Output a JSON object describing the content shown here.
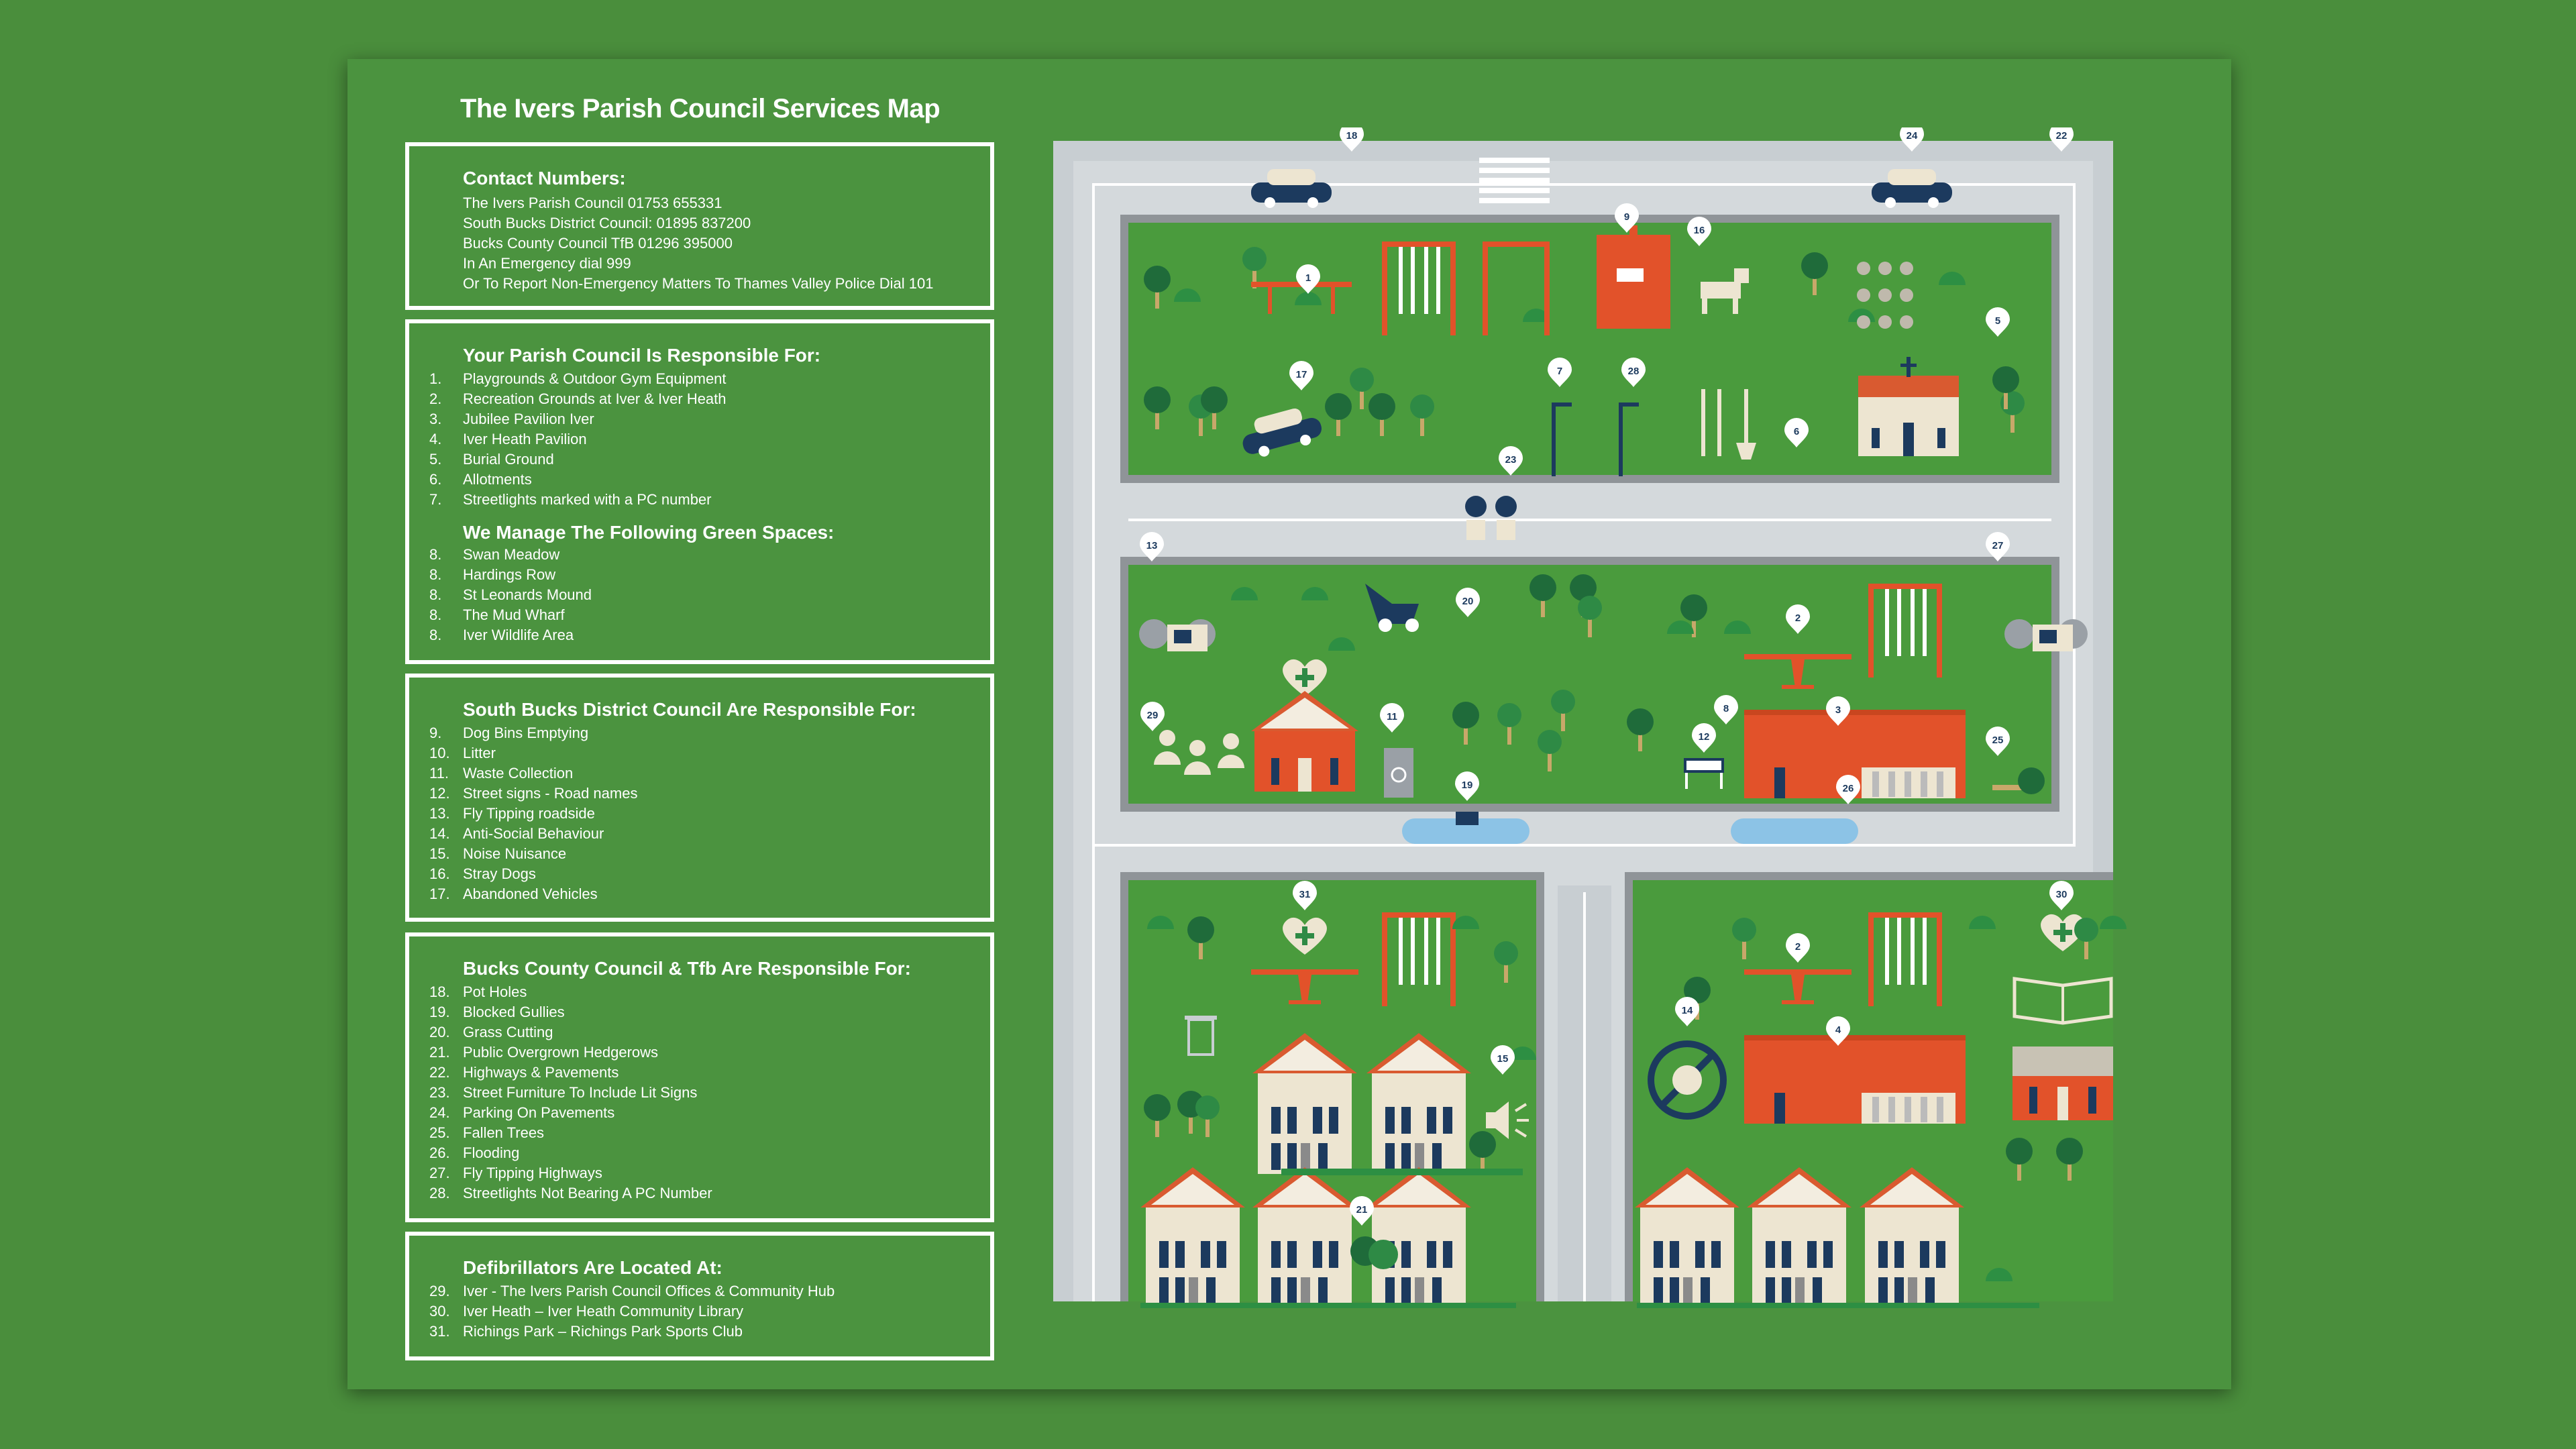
{
  "title": "The Ivers Parish Council Services Map",
  "contact": {
    "heading": "Contact Numbers:",
    "lines": [
      "The Ivers Parish Council 01753 655331",
      "South Bucks District Council: 01895 837200",
      "Bucks County Council TfB 01296 395000",
      "In An Emergency dial 999",
      "Or To Report Non-Emergency Matters To Thames Valley Police Dial 101"
    ]
  },
  "parish": {
    "heading": "Your Parish Council Is Responsible For:",
    "items": [
      {
        "n": "1.",
        "t": "Playgrounds & Outdoor Gym Equipment"
      },
      {
        "n": "2.",
        "t": "Recreation Grounds at Iver & Iver Heath"
      },
      {
        "n": "3.",
        "t": "Jubilee Pavilion Iver"
      },
      {
        "n": "4.",
        "t": "Iver Heath Pavilion"
      },
      {
        "n": "5.",
        "t": "Burial Ground"
      },
      {
        "n": "6.",
        "t": "Allotments"
      },
      {
        "n": "7.",
        "t": "Streetlights marked with a PC number"
      }
    ],
    "heading2": "We Manage The Following Green Spaces:",
    "items2": [
      {
        "n": "8.",
        "t": "Swan Meadow"
      },
      {
        "n": "8.",
        "t": "Hardings Row"
      },
      {
        "n": "8.",
        "t": "St Leonards Mound"
      },
      {
        "n": "8.",
        "t": "The Mud Wharf"
      },
      {
        "n": "8.",
        "t": "Iver Wildlife Area"
      }
    ]
  },
  "district": {
    "heading": "South Bucks District Council Are Responsible For:",
    "items": [
      {
        "n": "9.",
        "t": "Dog Bins Emptying"
      },
      {
        "n": "10.",
        "t": "Litter"
      },
      {
        "n": "11.",
        "t": "Waste Collection"
      },
      {
        "n": "12.",
        "t": "Street signs - Road names"
      },
      {
        "n": "13.",
        "t": "Fly Tipping roadside"
      },
      {
        "n": "14.",
        "t": "Anti-Social Behaviour"
      },
      {
        "n": "15.",
        "t": "Noise Nuisance"
      },
      {
        "n": "16.",
        "t": "Stray Dogs"
      },
      {
        "n": "17.",
        "t": "Abandoned Vehicles"
      }
    ]
  },
  "county": {
    "heading": "Bucks County Council & Tfb Are Responsible For:",
    "items": [
      {
        "n": "18.",
        "t": "Pot Holes"
      },
      {
        "n": "19.",
        "t": "Blocked Gullies"
      },
      {
        "n": "20.",
        "t": "Grass Cutting"
      },
      {
        "n": "21.",
        "t": "Public Overgrown Hedgerows"
      },
      {
        "n": "22.",
        "t": "Highways & Pavements"
      },
      {
        "n": "23.",
        "t": "Street Furniture To Include Lit Signs"
      },
      {
        "n": "24.",
        "t": "Parking On Pavements"
      },
      {
        "n": "25.",
        "t": "Fallen Trees"
      },
      {
        "n": "26.",
        "t": "Flooding"
      },
      {
        "n": "27.",
        "t": "Fly Tipping Highways"
      },
      {
        "n": "28.",
        "t": "Streetlights Not Bearing A PC Number"
      }
    ]
  },
  "defib": {
    "heading": "Defibrillators Are Located At:",
    "items": [
      {
        "n": "29.",
        "t": "Iver - The Ivers Parish Council Offices & Community Hub"
      },
      {
        "n": "30.",
        "t": "Iver Heath – Iver Heath Community Library"
      },
      {
        "n": "31.",
        "t": "Richings Park – Richings Park Sports Club"
      }
    ]
  },
  "pins": [
    "1",
    "2",
    "2",
    "3",
    "4",
    "5",
    "6",
    "7",
    "8",
    "9",
    "11",
    "12",
    "13",
    "14",
    "15",
    "16",
    "17",
    "18",
    "19",
    "20",
    "21",
    "22",
    "23",
    "24",
    "25",
    "26",
    "27",
    "28",
    "29",
    "30",
    "31"
  ],
  "colors": {
    "background": "#4b933f",
    "road": "#c8ced2",
    "grass": "#4a9b3d",
    "orange": "#e2522a",
    "navy": "#1c3a5e",
    "cream": "#ede5d1",
    "water": "#8cc3e6"
  }
}
